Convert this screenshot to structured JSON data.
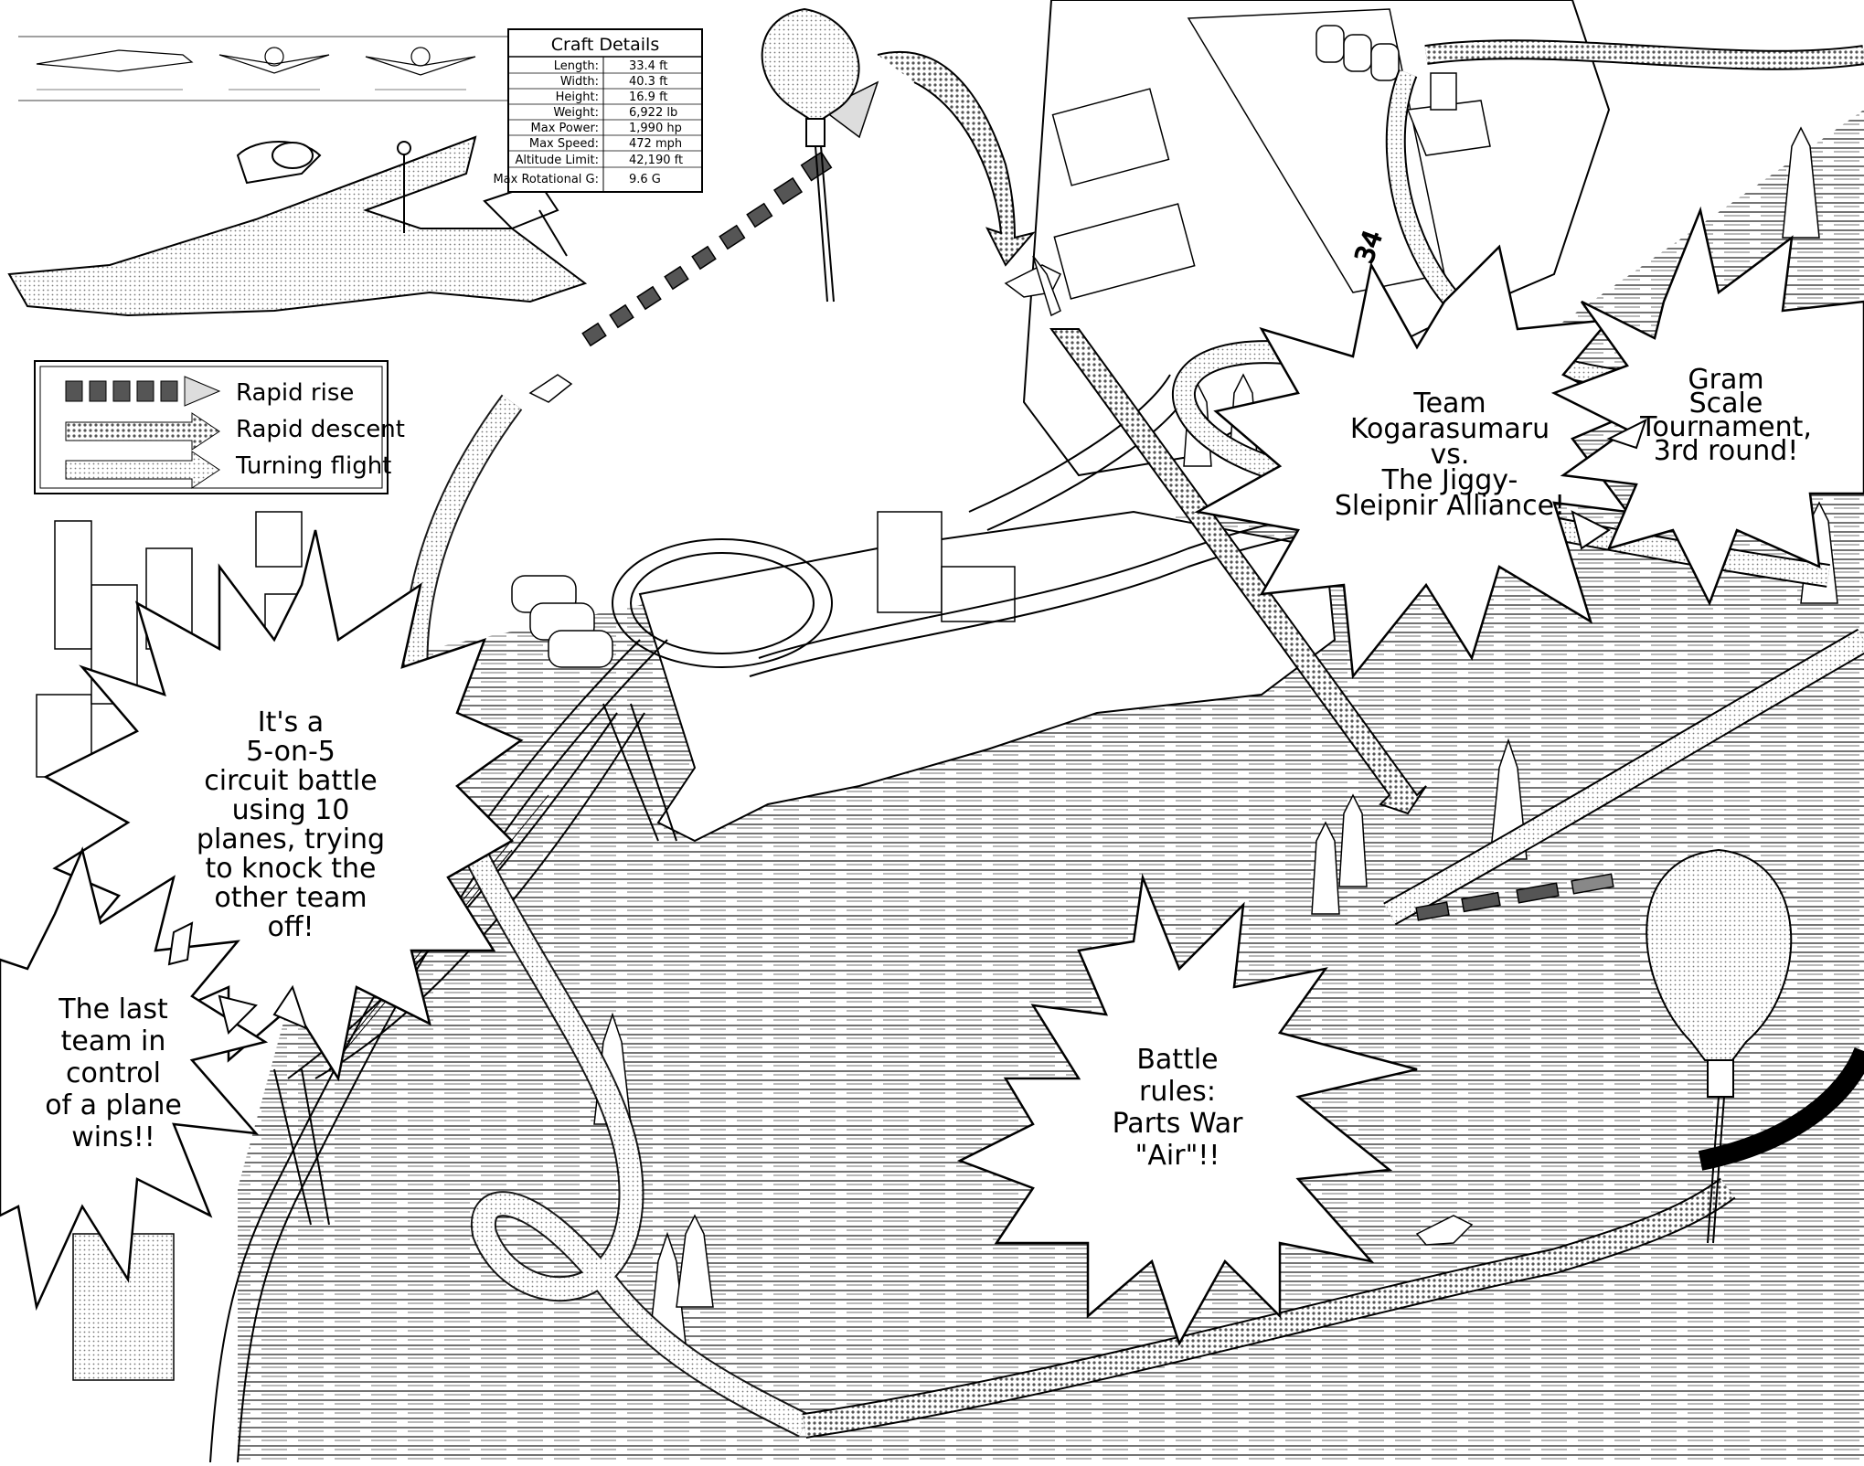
{
  "craft_details": {
    "title": "Craft Details",
    "rows": [
      {
        "label": "Length:",
        "value": "33.4 ft"
      },
      {
        "label": "Width:",
        "value": "40.3 ft"
      },
      {
        "label": "Height:",
        "value": "16.9 ft"
      },
      {
        "label": "Weight:",
        "value": "6,922 lb"
      },
      {
        "label": "Max Power:",
        "value": "1,990 hp"
      },
      {
        "label": "Max Speed:",
        "value": "472 mph"
      },
      {
        "label": "Altitude Limit:",
        "value": "42,190 ft"
      },
      {
        "label": "Max Rotational G:",
        "value": "9.6 G"
      }
    ]
  },
  "legend": {
    "items": [
      {
        "label": "Rapid rise"
      },
      {
        "label": "Rapid descent"
      },
      {
        "label": "Turning flight"
      }
    ]
  },
  "bubbles": {
    "team": {
      "lines": [
        "Team",
        "Kogarasumaru",
        "vs.",
        "The Jiggy-",
        "Sleipnir Alliance!"
      ]
    },
    "tournament": {
      "lines": [
        "Gram",
        "Scale",
        "Tournament,",
        "3rd round!"
      ]
    },
    "circuit": {
      "lines": [
        "It's a",
        "5-on-5",
        "circuit battle",
        "using 10",
        "planes, trying",
        "to knock the",
        "other team",
        "off!"
      ]
    },
    "last_team": {
      "lines": [
        "The last",
        "team in",
        "control",
        "of a plane",
        "wins!!"
      ]
    },
    "rules": {
      "lines": [
        "Battle",
        "rules:",
        "Parts War",
        "\"Air\"!!"
      ]
    }
  },
  "colors": {
    "ink": "#000000",
    "paper": "#ffffff",
    "screentone": "#8a8a8a",
    "dark_tone": "#4a4a4a"
  }
}
